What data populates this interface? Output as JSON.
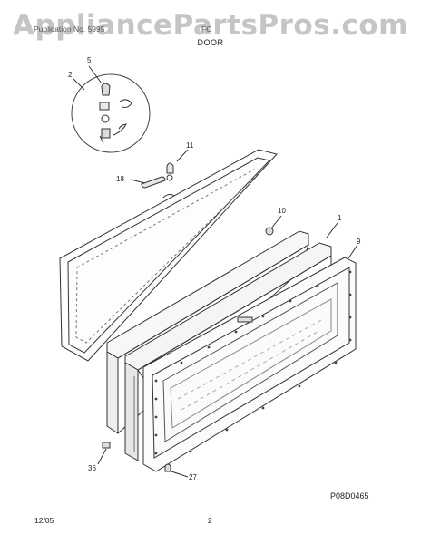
{
  "watermark": "AppliancePartsPros.com",
  "header": {
    "publication": "Publication No. 5995",
    "code": "FC",
    "title": "DOOR"
  },
  "callouts": [
    "5",
    "2",
    "11",
    "18",
    "10",
    "1",
    "9",
    "36",
    "27"
  ],
  "reference": "P08D0465",
  "footer": {
    "date": "12/05",
    "page": "2"
  }
}
